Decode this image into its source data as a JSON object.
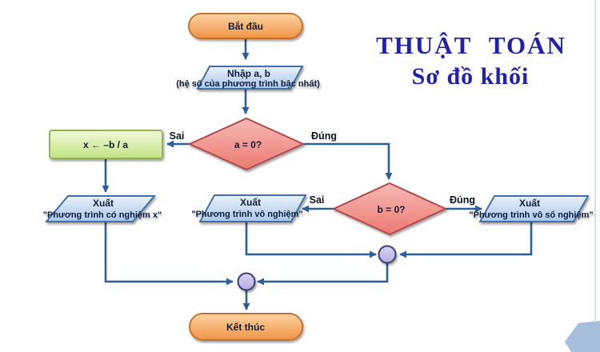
{
  "title": {
    "line1": "THUẬT TOÁN",
    "line2": "Sơ đồ khối"
  },
  "flowchart": {
    "start": {
      "label": "Bắt đầu"
    },
    "input": {
      "line1": "Nhập a, b",
      "line2": "(hệ số của phương trình bậc nhất)"
    },
    "decision_a": {
      "label": "a = 0?"
    },
    "process_assign": {
      "label": "x ← –b / a"
    },
    "output_has_root": {
      "line1": "Xuất",
      "line2": "\"Phương trình có nghiệm x\""
    },
    "decision_b": {
      "label": "b = 0?"
    },
    "output_no_solution": {
      "line1": "Xuất",
      "line2": "\"Phương trình vô nghiệm\""
    },
    "output_infinite_solutions": {
      "line1": "Xuất",
      "line2": "\"Phương trình vô số nghiệm\""
    },
    "end": {
      "label": "Kết thúc"
    },
    "branch_labels": {
      "false": "Sai",
      "true": "Đúng"
    }
  },
  "colors": {
    "title": "#2121ae",
    "arrow": "#2c5e99",
    "text": "#111c3e",
    "label": "#0b1120",
    "terminator_top": "#fdd5a5",
    "terminator_bottom": "#ef9344",
    "terminator_border": "#c9702e",
    "io_top": "#e9f1fb",
    "io_bottom": "#a9c7e9",
    "io_border": "#3f6fa8",
    "decision_top": "#f7b9b4",
    "decision_bottom": "#ec7a72",
    "decision_border": "#b04a4a",
    "process_top": "#f0f8da",
    "process_bottom": "#c3e383",
    "process_border": "#93b356",
    "connector_top": "#d8d4f2",
    "connector_bottom": "#b5aee1",
    "connector_border": "#39406f",
    "decoration": "#a6bedb",
    "slide_edge": "#cdd9e5"
  }
}
